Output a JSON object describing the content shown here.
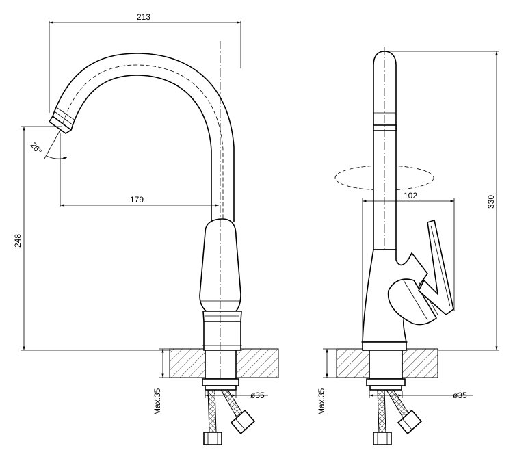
{
  "dimensions": {
    "front": {
      "width_overall": "213",
      "spout_reach": "179",
      "height": "248",
      "angle": "26°",
      "mount_max": "Max.35",
      "hole_diameter": "ø35"
    },
    "side": {
      "height_overall": "330",
      "lever_reach": "102",
      "mount_max": "Max.35",
      "hole_diameter": "ø35"
    }
  }
}
